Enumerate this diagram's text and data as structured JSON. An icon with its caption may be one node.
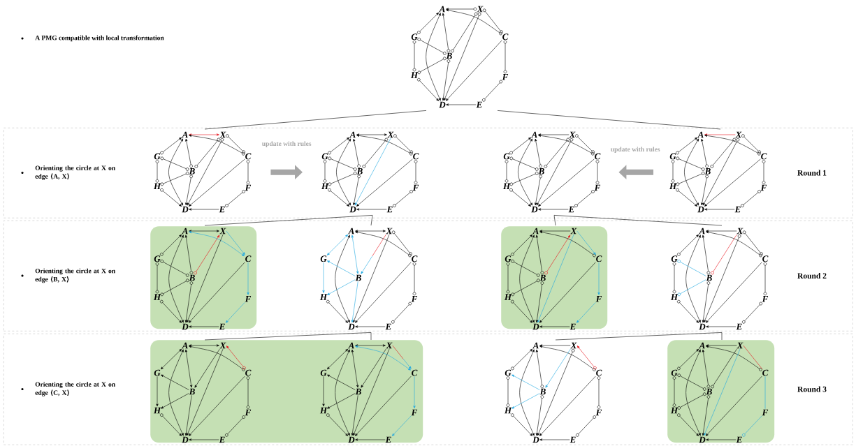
{
  "diagram": {
    "nodes": [
      {
        "text": [
          "A",
          "X",
          "G",
          "C",
          "B",
          "H",
          "F",
          "D",
          "E"
        ]
      },
      {
        "text": [
          "Orienting the circle at X on edge ⟨A, X⟩",
          "Round 1"
        ]
      },
      {
        "text": [
          "A",
          "X",
          "G",
          "C",
          "B",
          "H",
          "F",
          "D",
          "E"
        ],
        "in": 1
      },
      {
        "text": [
          "A",
          "X",
          "G",
          "C",
          "B",
          "H",
          "F",
          "D",
          "E"
        ],
        "in": 1
      },
      {
        "text": [
          "A",
          "X",
          "G",
          "C",
          "B",
          "H",
          "F",
          "D",
          "E"
        ],
        "in": 1
      },
      {
        "text": [
          "A",
          "X",
          "G",
          "C",
          "B",
          "H",
          "F",
          "D",
          "E"
        ],
        "in": 1
      },
      {
        "text": [
          "Orienting the circle at X on edge ⟨B, X⟩",
          "Round 2"
        ]
      },
      {
        "text": [],
        "shape": "box",
        "in": 6
      },
      {
        "text": [
          "A",
          "X",
          "G",
          "C",
          "B",
          "H",
          "F",
          "D",
          "E"
        ],
        "in": 7
      },
      {
        "text": [
          "A",
          "X",
          "G",
          "C",
          "B",
          "H",
          "F",
          "D",
          "E"
        ],
        "in": 6
      },
      {
        "text": [],
        "shape": "box",
        "in": 6
      },
      {
        "text": [
          "A",
          "X",
          "G",
          "C",
          "B",
          "H",
          "F",
          "D",
          "E"
        ],
        "in": 10
      },
      {
        "text": [
          "A",
          "X",
          "G",
          "C",
          "B",
          "H",
          "F",
          "D",
          "E"
        ],
        "in": 6
      },
      {
        "text": [
          "Orienting the circle at X on edge ⟨C, X⟩",
          "Round 3"
        ]
      },
      {
        "text": [],
        "shape": "box",
        "in": 13
      },
      {
        "text": [
          "A",
          "X",
          "G",
          "C",
          "B",
          "H",
          "F",
          "D",
          "E"
        ],
        "in": 14
      },
      {
        "text": [
          "A",
          "X",
          "G",
          "C",
          "B",
          "H",
          "F",
          "D",
          "E"
        ],
        "in": 14
      },
      {
        "text": [
          "A",
          "X",
          "G",
          "C",
          "B",
          "H",
          "F",
          "D",
          "E"
        ],
        "in": 13
      },
      {
        "text": [],
        "shape": "box",
        "in": 13
      },
      {
        "text": [
          "A",
          "X",
          "G",
          "C",
          "B",
          "H",
          "F",
          "D",
          "E"
        ],
        "in": 18
      }
    ],
    "edges": [
      {
        "from": 0,
        "to": 2,
        "arrow": "none"
      },
      {
        "from": 0,
        "to": 5,
        "arrow": "none"
      },
      {
        "from": 2,
        "to": 3,
        "arrow": "to",
        "label": "update with rules",
        "style": "thick",
        "color": "#a6a6a6"
      },
      {
        "from": 5,
        "to": 4,
        "arrow": "to",
        "label": "update with rules",
        "style": "thick",
        "color": "#a6a6a6"
      },
      {
        "from": 3,
        "to": 8,
        "arrow": "none"
      },
      {
        "from": 3,
        "to": 9,
        "arrow": "none"
      },
      {
        "from": 4,
        "to": 11,
        "arrow": "none"
      },
      {
        "from": 4,
        "to": 12,
        "arrow": "none"
      },
      {
        "from": 9,
        "to": 15,
        "arrow": "none"
      },
      {
        "from": 9,
        "to": 16,
        "arrow": "none"
      },
      {
        "from": 12,
        "to": 17,
        "arrow": "none"
      },
      {
        "from": 12,
        "to": 19,
        "arrow": "none"
      }
    ],
    "labels": [
      "A PMG compatible with local transformation"
    ]
  }
}
